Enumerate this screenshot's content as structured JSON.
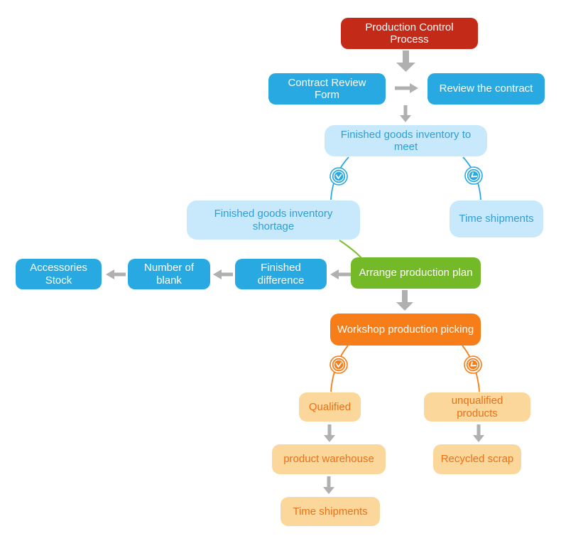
{
  "diagram": {
    "type": "flowchart",
    "background": "#ffffff"
  },
  "nodes": {
    "production_control_process": {
      "label": "Production Control Process",
      "fill": "#c42a18",
      "text_color": "#ffffff"
    },
    "contract_review_form": {
      "label": "Contract Review Form",
      "fill": "#29a9e1",
      "text_color": "#ffffff"
    },
    "review_the_contract": {
      "label": "Review the contract",
      "fill": "#29a9e1",
      "text_color": "#ffffff"
    },
    "finished_goods_inventory_to_meet": {
      "label": "Finished goods inventory to meet",
      "fill": "#c8e9fb",
      "text_color": "#2d9ed9"
    },
    "finished_goods_inventory_shortage": {
      "label": "Finished goods inventory shortage",
      "fill": "#c8e9fb",
      "text_color": "#2d9ed9"
    },
    "time_shipments_mid": {
      "label": "Time shipments",
      "fill": "#c8e9fb",
      "text_color": "#2d9ed9"
    },
    "arrange_production_plan": {
      "label": "Arrange production plan",
      "fill": "#74ba28",
      "text_color": "#ffffff"
    },
    "finished_difference": {
      "label": "Finished difference",
      "fill": "#29a9e1",
      "text_color": "#ffffff"
    },
    "number_of_blank": {
      "label": "Number of blank",
      "fill": "#29a9e1",
      "text_color": "#ffffff"
    },
    "accessories_stock": {
      "label": "Accessories Stock",
      "fill": "#29a9e1",
      "text_color": "#ffffff"
    },
    "workshop_production_picking": {
      "label": "Workshop production picking",
      "fill": "#f67d17",
      "text_color": "#ffffff"
    },
    "qualified": {
      "label": "Qualified",
      "fill": "#fbd79c",
      "text_color": "#e97118"
    },
    "unqualified_products": {
      "label": "unqualified products",
      "fill": "#fbd79c",
      "text_color": "#e97118"
    },
    "product_warehouse": {
      "label": "product warehouse",
      "fill": "#fbd79c",
      "text_color": "#e97118"
    },
    "recycled_scrap": {
      "label": "Recycled scrap",
      "fill": "#fbd79c",
      "text_color": "#e97118"
    },
    "time_shipments_bottom": {
      "label": "Time shipments",
      "fill": "#fbd79c",
      "text_color": "#e97118"
    }
  },
  "icons": {
    "clock_blue_left": {
      "name": "clock-icon",
      "color": "#29a9e1"
    },
    "clock_blue_right": {
      "name": "clock-icon",
      "color": "#29a9e1"
    },
    "clock_orange_left": {
      "name": "clock-icon",
      "color": "#f67d17"
    },
    "clock_orange_right": {
      "name": "clock-icon",
      "color": "#f67d17"
    }
  },
  "edges": [
    {
      "from": "production_control_process",
      "to": "contract_review_form",
      "style": "gray-arrow-down"
    },
    {
      "from": "contract_review_form",
      "to": "review_the_contract",
      "style": "gray-arrow-right"
    },
    {
      "from": "contract_review_form",
      "to": "finished_goods_inventory_to_meet",
      "style": "gray-arrow-down"
    },
    {
      "from": "finished_goods_inventory_to_meet",
      "to": "finished_goods_inventory_shortage",
      "style": "blue-curve-with-clock"
    },
    {
      "from": "finished_goods_inventory_to_meet",
      "to": "time_shipments_mid",
      "style": "blue-curve-with-clock"
    },
    {
      "from": "finished_goods_inventory_shortage",
      "to": "arrange_production_plan",
      "style": "green-curve"
    },
    {
      "from": "arrange_production_plan",
      "to": "finished_difference",
      "style": "gray-arrow-left"
    },
    {
      "from": "finished_difference",
      "to": "number_of_blank",
      "style": "gray-arrow-left"
    },
    {
      "from": "number_of_blank",
      "to": "accessories_stock",
      "style": "gray-arrow-left"
    },
    {
      "from": "arrange_production_plan",
      "to": "workshop_production_picking",
      "style": "gray-arrow-down"
    },
    {
      "from": "workshop_production_picking",
      "to": "qualified",
      "style": "orange-curve-with-clock"
    },
    {
      "from": "workshop_production_picking",
      "to": "unqualified_products",
      "style": "orange-curve-with-clock"
    },
    {
      "from": "qualified",
      "to": "product_warehouse",
      "style": "gray-arrow-down"
    },
    {
      "from": "product_warehouse",
      "to": "time_shipments_bottom",
      "style": "gray-arrow-down"
    },
    {
      "from": "unqualified_products",
      "to": "recycled_scrap",
      "style": "gray-arrow-down"
    }
  ],
  "colors": {
    "red": "#c42a18",
    "blue": "#29a9e1",
    "light_blue": "#c8e9fb",
    "light_blue_text": "#2d9ed9",
    "green": "#74ba28",
    "green_connector": "#7cc230",
    "orange": "#f67d17",
    "light_orange": "#fbd79c",
    "light_orange_text": "#e97118",
    "arrow_gray": "#b0b0b0",
    "background": "#ffffff"
  }
}
